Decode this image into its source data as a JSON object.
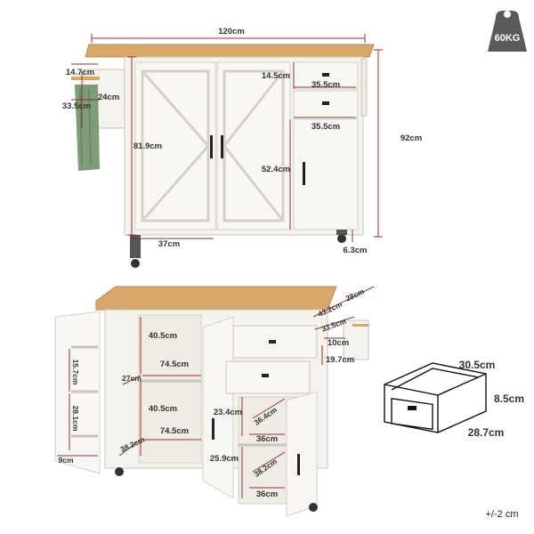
{
  "colors": {
    "dimension_line": "#9b2d2d",
    "cabinet_white": "#f5f3ee",
    "cabinet_edge": "#c9c5bb",
    "wood_top": "#d8a86a",
    "wood_edge": "#b98a4f",
    "towel": "#7d9c77",
    "weight_badge": "#5a5a5a"
  },
  "weight_badge": {
    "icon": "weight-icon",
    "label": "60KG"
  },
  "top_view": {
    "width": "120cm",
    "height": "92cm",
    "towel_bar_offset": "14.7cm",
    "spice_rack_height": "24cm",
    "spice_rack_depth": "33.5cm",
    "cabinet_height": "81.9cm",
    "door_height": "52.4cm",
    "drawer_1_height": "14.5cm",
    "drawer_2_width": "35.5cm",
    "right_door_width": "35.5cm",
    "left_cabinet_width": "37cm",
    "wheel_height": "6.3cm"
  },
  "bottom_view": {
    "left_shelf_height": "40.5cm",
    "left_shelf_width": "74.5cm",
    "left_lower_height": "40.5cm",
    "left_lower_width": "74.5cm",
    "inner_depth_upper": "27cm",
    "inner_depth_lower": "38.2cm",
    "door_rack_upper": "15.7cm",
    "door_rack_middle": "28.1cm",
    "door_rack_depth": "9cm",
    "top_depth": "43.2cm",
    "top_depth_2": "28cm",
    "leaf_depth": "33.5cm",
    "towel_gap": "10cm",
    "towel_height": "19.7cm",
    "right_upper_height": "23.4cm",
    "right_upper_depth": "36.4cm",
    "right_upper_width": "36cm",
    "right_lower_height": "25.9cm",
    "right_lower_depth": "38.2cm",
    "right_lower_width": "36cm"
  },
  "drawer_detail": {
    "width": "30.5cm",
    "height": "8.5cm",
    "depth": "28.7cm"
  },
  "tolerance": "+/-2 cm"
}
